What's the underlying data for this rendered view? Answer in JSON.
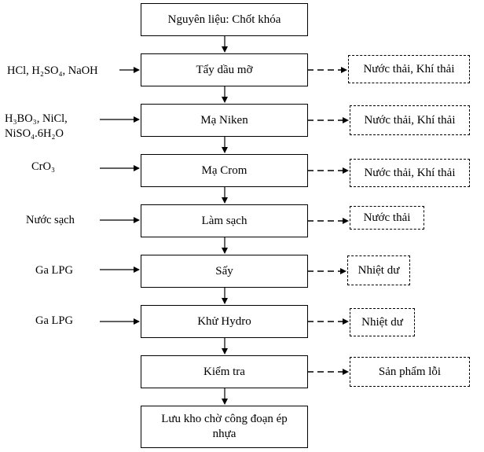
{
  "steps": [
    {
      "label": "Nguyên liệu: Chốt khóa"
    },
    {
      "label": "Tẩy dầu mỡ"
    },
    {
      "label": "Mạ Niken"
    },
    {
      "label": "Mạ Crom"
    },
    {
      "label": "Làm sạch"
    },
    {
      "label": "Sấy"
    },
    {
      "label": "Khử Hydro"
    },
    {
      "label": "Kiểm tra"
    },
    {
      "label": "Lưu kho chờ công đoạn ép nhựa"
    }
  ],
  "inputs": [
    {
      "text": "HCl, H₂SO₄, NaOH"
    },
    {
      "line1": "H₃BO₃, NiCl,",
      "line2": "NiSO₄.6H₂O"
    },
    {
      "text": "CrO₃"
    },
    {
      "text": "Nước sạch"
    },
    {
      "text": "Ga LPG"
    },
    {
      "text": "Ga LPG"
    }
  ],
  "outputs": [
    {
      "label": "Nước thải, Khí thải"
    },
    {
      "label": "Nước thải, Khí thải"
    },
    {
      "label": "Nước thải, Khí thải"
    },
    {
      "label": "Nước thải"
    },
    {
      "label": "Nhiệt dư"
    },
    {
      "label": "Nhiệt dư"
    },
    {
      "label": "Sản phẩm lỗi"
    }
  ]
}
